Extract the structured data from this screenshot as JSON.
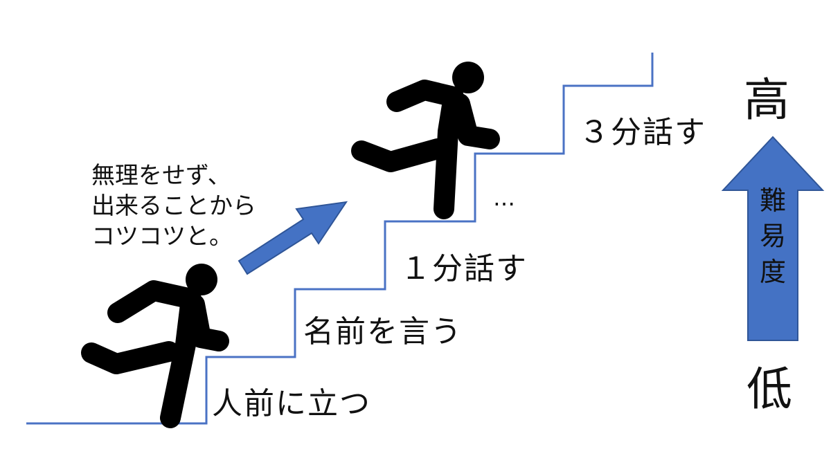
{
  "colors": {
    "stair_line": "#4a72c4",
    "arrow_fill": "#4472c4",
    "arrow_stroke": "#2f5597",
    "figure": "#000000"
  },
  "steps": [
    {
      "label": "人前に立つ"
    },
    {
      "label": "名前を言う"
    },
    {
      "label": "１分話す"
    },
    {
      "label": "…"
    },
    {
      "label": "３分話す"
    }
  ],
  "advice": "無理をせず、\n出来ることから\nコツコツと。",
  "difficulty_scale": {
    "high": "高",
    "low": "低",
    "label_chars": [
      "難",
      "易",
      "度"
    ]
  },
  "icons": [
    "running-person-icon",
    "running-person-icon",
    "diagonal-arrow-icon",
    "up-arrow-icon"
  ]
}
